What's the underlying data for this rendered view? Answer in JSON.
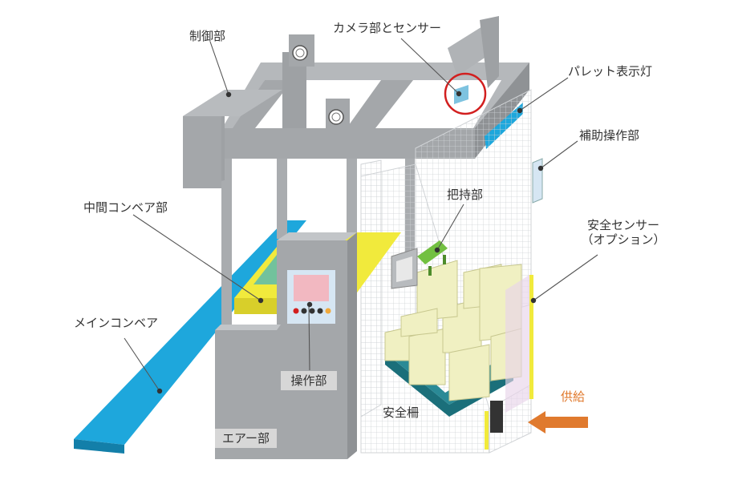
{
  "labels": {
    "control": "制御部",
    "camera_sensor": "カメラ部とセンサー",
    "pallet_lamp": "パレット表示灯",
    "aux_operation": "補助操作部",
    "middle_conveyor": "中間コンベア部",
    "gripper": "把持部",
    "safety_sensor_line1": "安全センサー",
    "safety_sensor_line2": "（オプション）",
    "main_conveyor": "メインコンベア",
    "operation": "操作部",
    "air": "エアー部",
    "safety_fence": "安全柵",
    "supply": "供給"
  },
  "colors": {
    "frame": "#a9acaf",
    "frame_dark": "#8f9295",
    "conveyor": "#1ea7dc",
    "middle_conveyor": "#f1ea3c",
    "gripper": "#72c041",
    "boxes": "#f0f0c2",
    "pallet": "#1b6f7a",
    "supply_arrow": "#e07a2e",
    "highlight_circle": "#d21f1f",
    "leader_line": "#555555"
  }
}
